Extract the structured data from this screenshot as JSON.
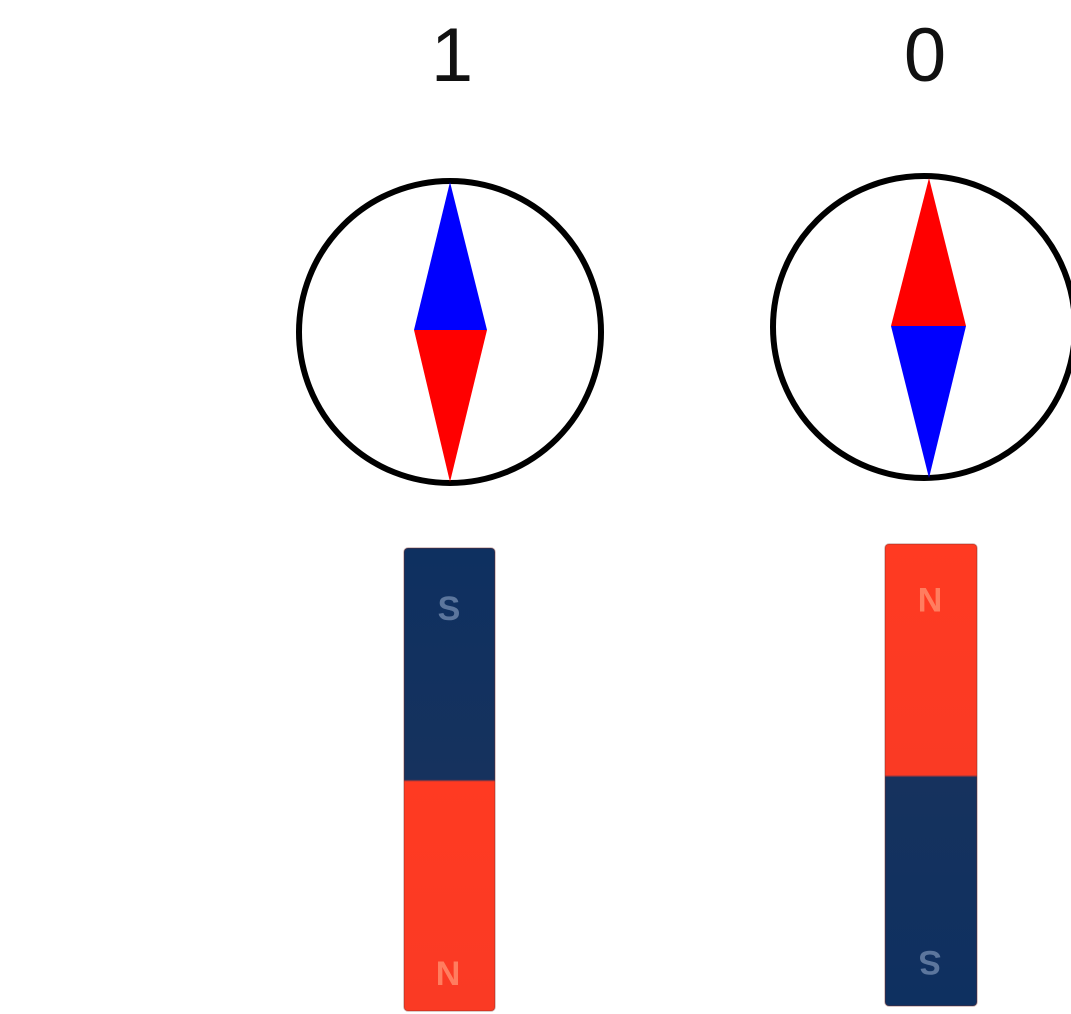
{
  "panels": [
    {
      "label": "1",
      "compass": {
        "needle_top_color": "#0000ff",
        "needle_bottom_color": "#ff0000"
      },
      "magnet": {
        "top_pole": "S",
        "bottom_pole": "N",
        "top_color": "#0e3060",
        "bottom_color": "#ff3a22"
      }
    },
    {
      "label": "0",
      "compass": {
        "needle_top_color": "#ff0000",
        "needle_bottom_color": "#0000ff"
      },
      "magnet": {
        "top_pole": "N",
        "bottom_pole": "S",
        "top_color": "#ff3a22",
        "bottom_color": "#0e3060"
      }
    }
  ]
}
